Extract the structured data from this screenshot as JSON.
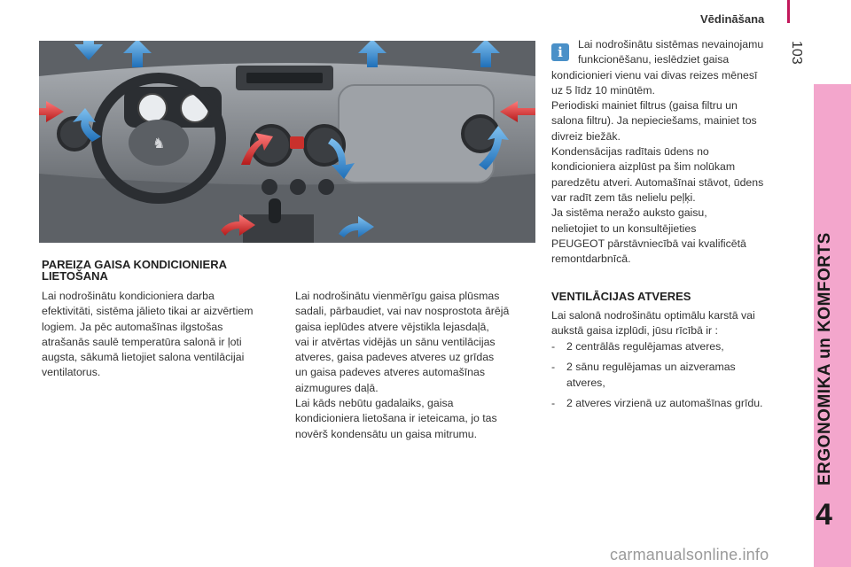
{
  "header": {
    "title": "Vēdināšana"
  },
  "page_number": "103",
  "chapter": {
    "number": "4",
    "label": "ERGONOMIKA un KOMFORTS"
  },
  "section1": {
    "title_line1": "PAREIZA GAISA KONDICIONIERA",
    "title_line2": "LIETOŠANA",
    "para1_lines": [
      "Lai nodrošinātu kondicioniera darba",
      "efektivitāti, sistēma jālieto tikai ar aizvērtiem",
      "logiem. Ja pēc automašīnas ilgstošas",
      "atrašanās saulē temperatūra salonā ir ļoti",
      "augsta, sākumā lietojiet salona ventilācijai",
      "ventilatorus."
    ],
    "para2_lines": [
      "Lai nodrošinātu vienmērīgu gaisa plūsmas",
      "sadali, pārbaudiet, vai nav nosprostota ārējā",
      "gaisa ieplūdes atvere vējstikla lejasdaļā,",
      "vai ir atvērtas vidējās un sānu ventilācijas",
      "atveres, gaisa padeves atveres uz grīdas",
      "un gaisa padeves atveres automašīnas",
      "aizmugures daļā.",
      "Lai kāds nebūtu gadalaiks, gaisa",
      "kondicioniera lietošana ir ieteicama, jo tas",
      "novērš kondensātu un gaisa mitrumu."
    ]
  },
  "info": {
    "icon": "info-icon",
    "lines": [
      "Lai nodrošinātu sistēmas nevainojamu",
      "funkcionēšanu, ieslēdziet gaisa",
      "kondicionieri vienu vai divas reizes mēnesī",
      "uz 5 līdz 10 minūtēm.",
      "Periodiski mainiet filtrus (gaisa filtru un",
      "salona filtru). Ja nepieciešams, mainiet tos",
      "divreiz biežāk.",
      "Kondensācijas radītais ūdens no",
      "kondicioniera aizplūst pa šim nolūkam",
      "paredzētu atveri. Automašīnai stāvot, ūdens",
      "var radīt zem tās nelielu peļķi.",
      "Ja sistēma neražo auksto gaisu,",
      "nelietojiet to un konsultējieties",
      "PEUGEOT pārstāvniecībā vai kvalificētā",
      "remontdarbnīcā."
    ]
  },
  "vents": {
    "title": "VENTILĀCIJAS ATVERES",
    "intro_lines": [
      "Lai salonā nodrošinātu optimālu karstā vai",
      "aukstā gaisa izplūdi, jūsu rīcībā ir :"
    ],
    "items": [
      {
        "dash": "-",
        "lines": [
          "2 centrālās regulējamas atveres,"
        ]
      },
      {
        "dash": "-",
        "lines": [
          "2 sānu regulējamas un aizveramas",
          "atveres,"
        ]
      },
      {
        "dash": "-",
        "lines": [
          "2 atveres virzienā uz automašīnas grīdu."
        ]
      }
    ]
  },
  "colors": {
    "accent_pink": "#f3a6cc",
    "arrow_blue": "#3b8fd6",
    "arrow_red": "#d62828",
    "info_blue": "#4a90c8"
  },
  "watermark": "carmanualsonline.info"
}
